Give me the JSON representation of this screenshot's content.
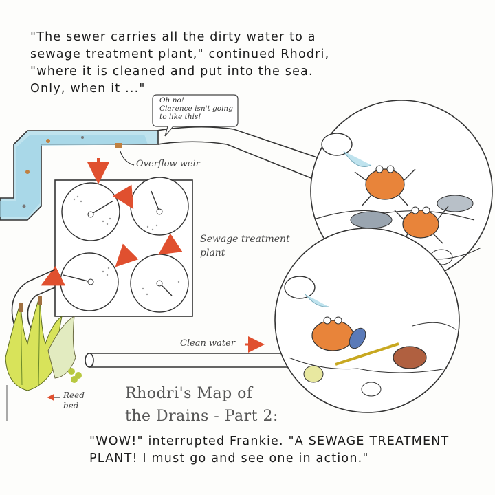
{
  "narration": {
    "lines": [
      "\"The sewer carries all the dirty water to a",
      "sewage treatment plant,\" continued Rhodri,",
      "\"where it is cleaned and put into the sea.",
      "Only, when it ...\""
    ]
  },
  "speech_bubble": {
    "lines": [
      "Oh no!",
      "Clarence isn't going",
      "to like this!"
    ]
  },
  "labels": {
    "overflow_weir": "Overflow weir",
    "sewage_plant_line1": "Sewage treatment",
    "sewage_plant_line2": "plant",
    "clean_water": "Clean water",
    "reed_bed_line1": "Reed",
    "reed_bed_line2": "bed"
  },
  "title": {
    "line1": "Rhodri's Map of",
    "line2": "the Drains - Part 2:"
  },
  "dialogue": {
    "lines": [
      "\"WOW!\" interrupted Frankie. \"A SEWAGE TREATMENT",
      "PLANT! I must go and see one in action.\""
    ]
  },
  "colors": {
    "water_blue": "#9fd3e6",
    "arrow_red": "#e0502f",
    "crab_orange": "#e8843a",
    "reed_yellow": "#d8e35a",
    "ink": "#2a2a2a"
  }
}
